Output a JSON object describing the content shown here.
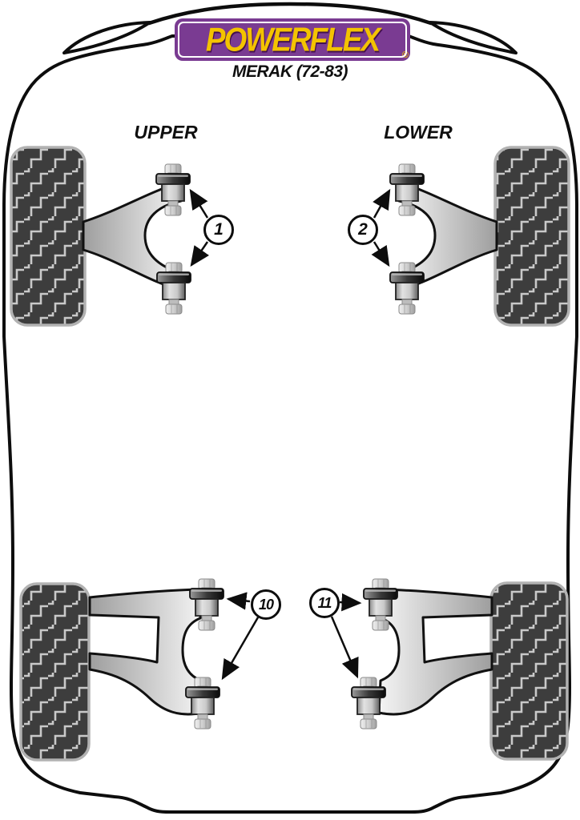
{
  "logo": {
    "text": "POWERFLEX",
    "registered_mark": "®",
    "bg_color": "#7a3b92",
    "text_color": "#f3c300"
  },
  "title": "MERAK (72-83)",
  "labels": {
    "front_left": "UPPER",
    "front_right": "LOWER"
  },
  "callouts": {
    "front_upper": "1",
    "front_lower": "2",
    "rear_left": "10",
    "rear_right": "11"
  },
  "diagram": {
    "description_colors": {
      "outline": "#0d0d0d",
      "tire_block": "#3d3d3d",
      "tire_tread_line": "#c9c9c9",
      "tire_border": "#b2b2b2",
      "arm_gradient_dark": "#9e9e9e",
      "arm_gradient_light": "#f4f4f4"
    }
  }
}
